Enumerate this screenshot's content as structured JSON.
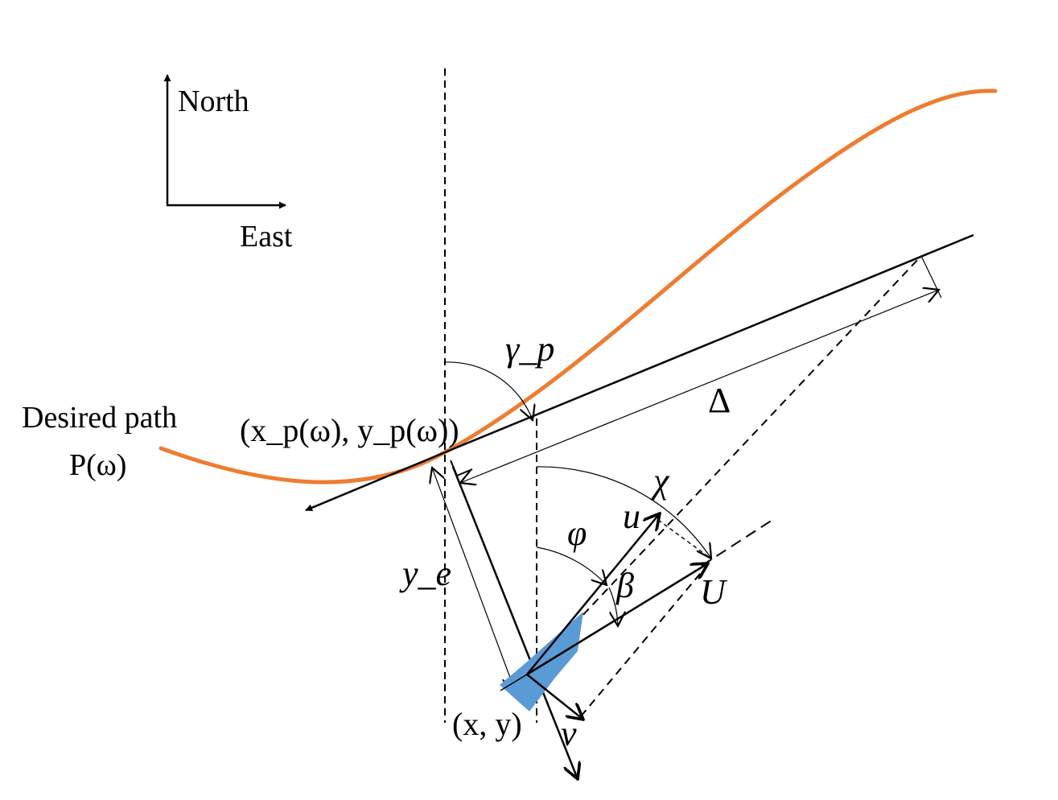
{
  "compass": {
    "north_label": "North",
    "east_label": "East"
  },
  "path": {
    "title": "Desired path",
    "function_label": "P(ω)",
    "point_label": "(x_p(ω), y_p(ω))"
  },
  "vessel": {
    "position_label": "(x, y)"
  },
  "symbols": {
    "gamma_p": "γ_p",
    "delta": "Δ",
    "chi": "χ",
    "phi": "φ",
    "beta": "β",
    "u": "u",
    "v": "v",
    "U": "U",
    "y_e": "y_e"
  },
  "colors": {
    "path": "#ED7D31",
    "vessel": "#5B9BD5",
    "lines": "#000000"
  }
}
